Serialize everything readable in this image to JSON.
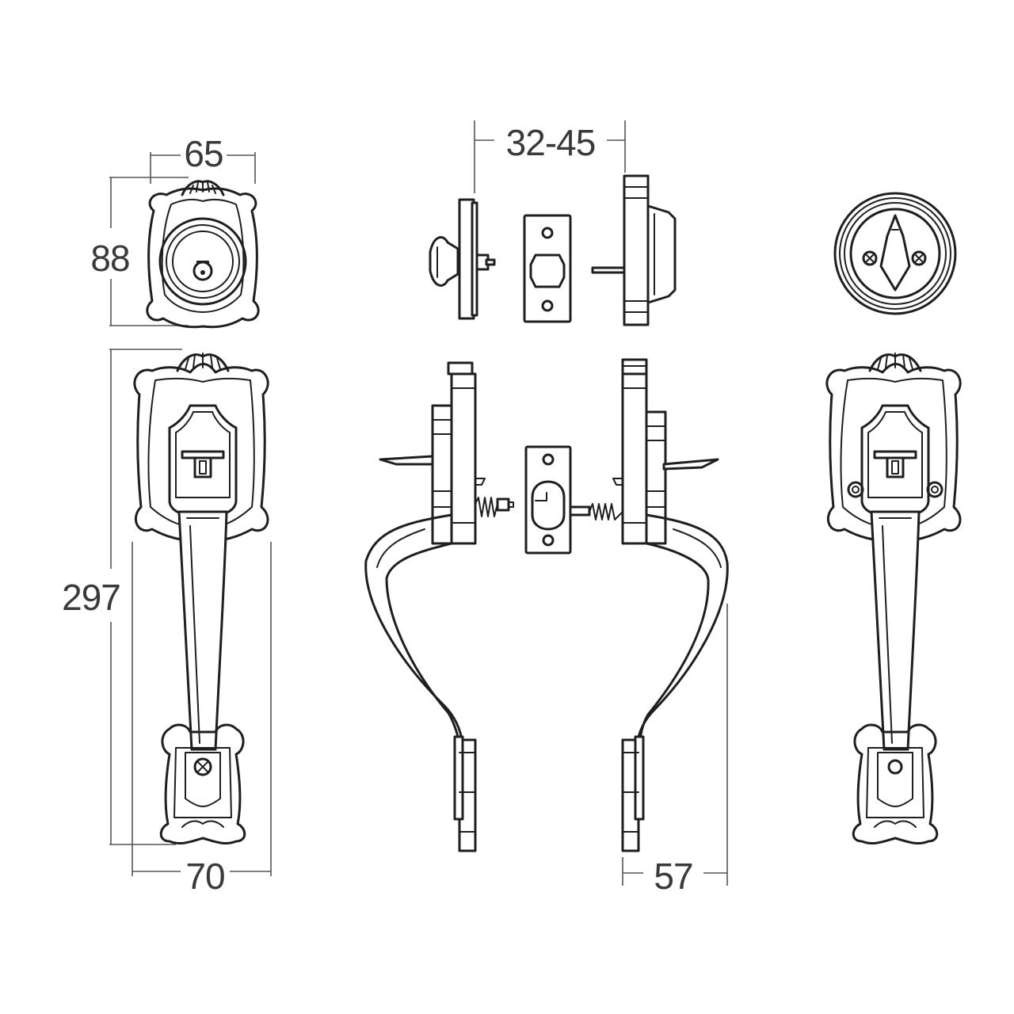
{
  "dimensions": {
    "deadbolt_width": "65",
    "deadbolt_height": "88",
    "backset": "32-45",
    "handleset_height": "297",
    "handleset_width": "70",
    "handle_projection": "57"
  },
  "colors": {
    "line": "#1f1f1f",
    "dimension_text": "#3a3a3a",
    "background": "#ffffff"
  }
}
